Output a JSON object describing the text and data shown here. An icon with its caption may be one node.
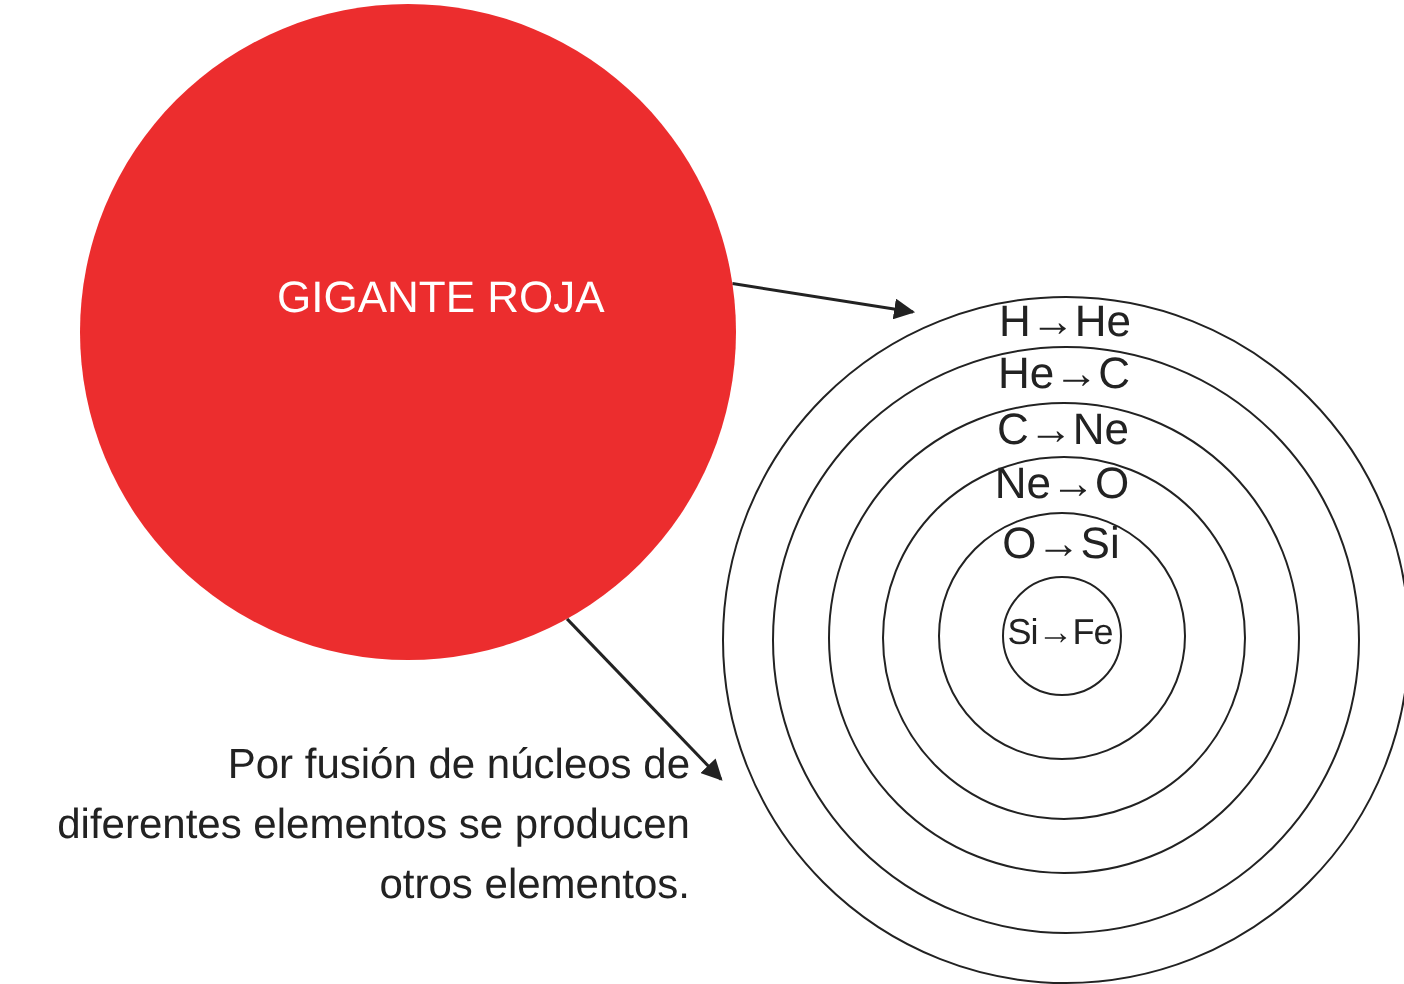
{
  "diagram": {
    "nodes": [
      {
        "text": [
          "GIGANTE ROJA"
        ]
      },
      {
        "text": [
          "H→He"
        ]
      },
      {
        "text": [
          "He→C"
        ],
        "in": 1
      },
      {
        "text": [
          "C→Ne"
        ],
        "in": 2
      },
      {
        "text": [
          "Ne→O"
        ],
        "in": 3
      },
      {
        "text": [
          "O→Si"
        ],
        "in": 4
      },
      {
        "text": [
          "Si→Fe"
        ],
        "in": 5
      }
    ],
    "edges": [
      {
        "from": 0,
        "to": 1,
        "arrow": "to"
      },
      {
        "from": 0,
        "to": 1,
        "arrow": "to"
      }
    ],
    "labels": [
      "Por fusión de núcleos de diferentes elementos se producen otros elementos."
    ]
  }
}
